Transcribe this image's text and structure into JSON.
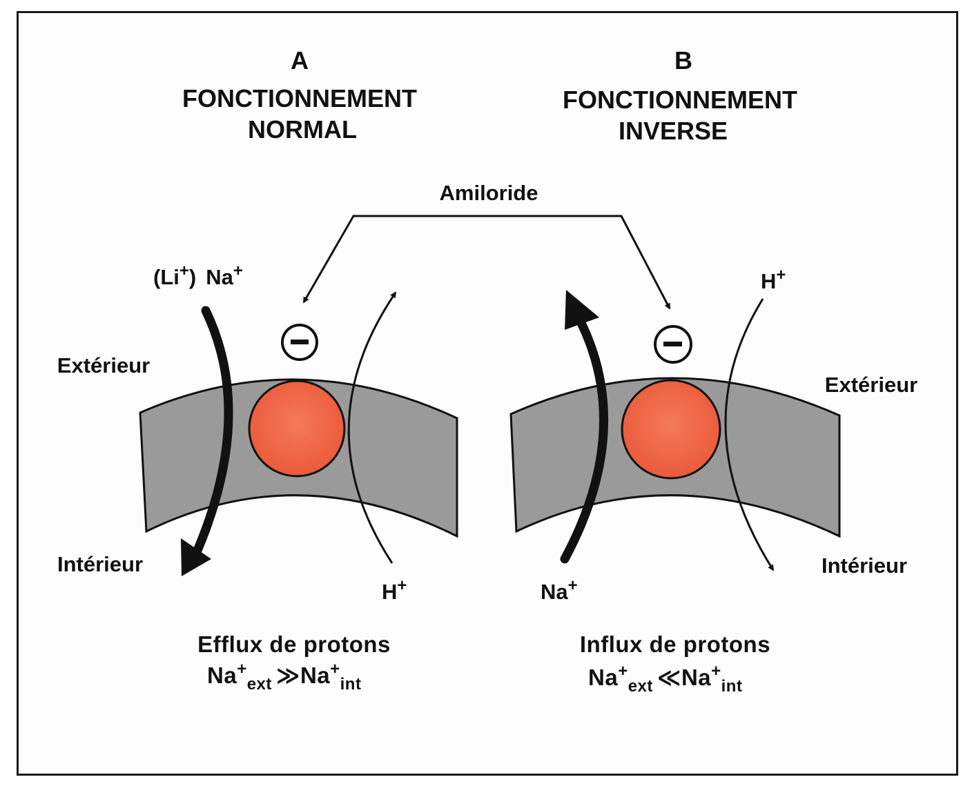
{
  "panel_a": {
    "letter": "A",
    "title_line1": "FONCTIONNEMENT",
    "title_line2": "NORMAL",
    "exterior_label": "Extérieur",
    "interior_label": "Intérieur",
    "li_label": "(Li",
    "li_close": ")",
    "na_label": "Na",
    "h_label": "H",
    "caption_line1": "Efflux de protons",
    "caption_na": "Na",
    "caption_ext": "ext",
    "caption_relation": "≫",
    "caption_na2": "Na",
    "caption_int": "int"
  },
  "panel_b": {
    "letter": "B",
    "title_line1": "FONCTIONNEMENT",
    "title_line2": "INVERSE",
    "exterior_label": "Extérieur",
    "interior_label": "Intérieur",
    "na_label": "Na",
    "h_label": "H",
    "caption_line1": "Influx de protons",
    "caption_na": "Na",
    "caption_ext": "ext",
    "caption_relation": "≪",
    "caption_na2": "Na",
    "caption_int": "int"
  },
  "inhibitor": {
    "label": "Amiloride",
    "symbol": "−"
  },
  "plus_sign": "+",
  "colors": {
    "membrane": "#9a9a9a",
    "transporter": "#f0694a",
    "ink": "#111111"
  }
}
